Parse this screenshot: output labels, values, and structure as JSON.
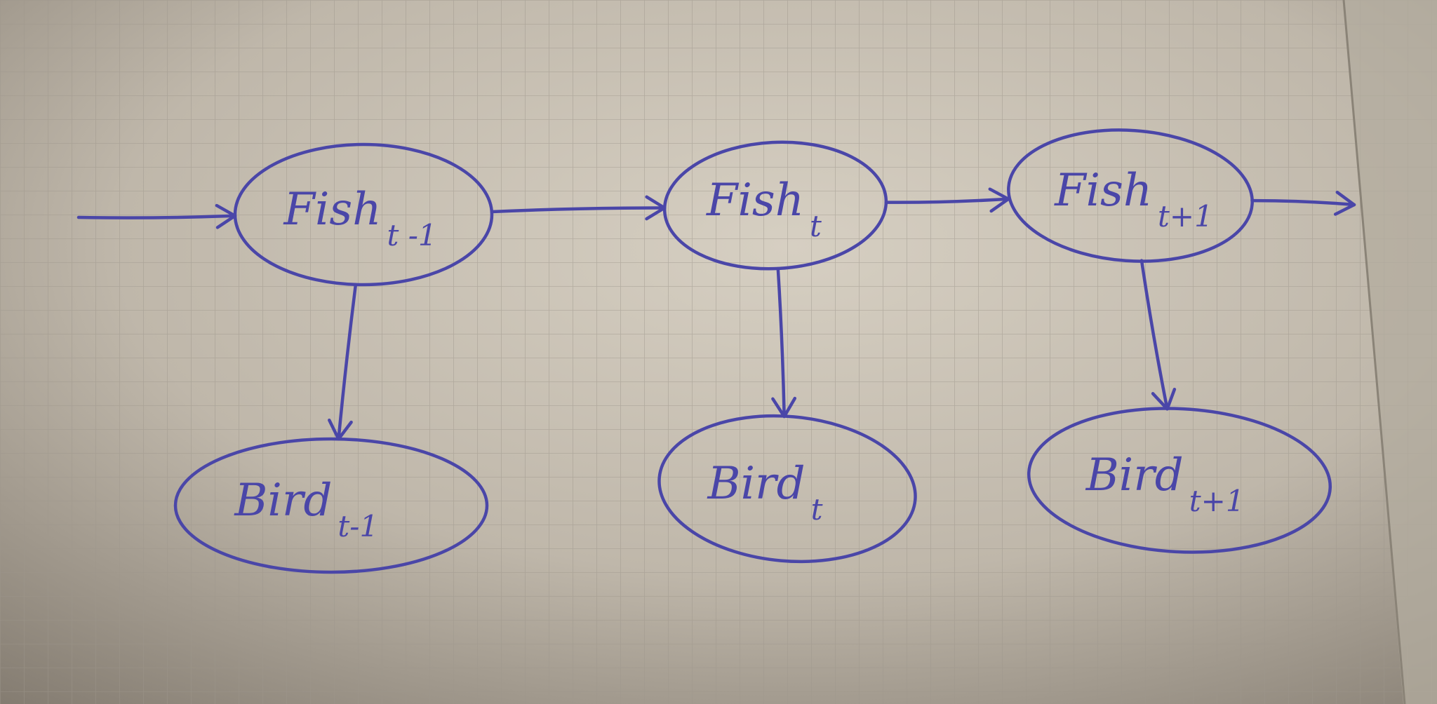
{
  "colors": {
    "ink": "#4a46a8",
    "paper_light": "#cfc8bb",
    "paper_dark": "#8c8478",
    "grid_line": "#a49d92",
    "page_edge": "#b9b2a6"
  },
  "nodes": [
    {
      "id": "fish-t-minus-1",
      "label": "Fish",
      "subscript": "t -1"
    },
    {
      "id": "fish-t",
      "label": "Fish",
      "subscript": "t"
    },
    {
      "id": "fish-t-plus-1",
      "label": "Fish",
      "subscript": "t+1"
    },
    {
      "id": "bird-t-minus-1",
      "label": "Bird",
      "subscript": "t-1"
    },
    {
      "id": "bird-t",
      "label": "Bird",
      "subscript": "t"
    },
    {
      "id": "bird-t-plus-1",
      "label": "Bird",
      "subscript": "t+1"
    }
  ],
  "edges": [
    {
      "from": "",
      "to": "fish-t-minus-1"
    },
    {
      "from": "fish-t-minus-1",
      "to": "fish-t"
    },
    {
      "from": "fish-t",
      "to": "fish-t-plus-1"
    },
    {
      "from": "fish-t-plus-1",
      "to": ""
    },
    {
      "from": "fish-t-minus-1",
      "to": "bird-t-minus-1"
    },
    {
      "from": "fish-t",
      "to": "bird-t"
    },
    {
      "from": "fish-t-plus-1",
      "to": "bird-t-plus-1"
    }
  ]
}
